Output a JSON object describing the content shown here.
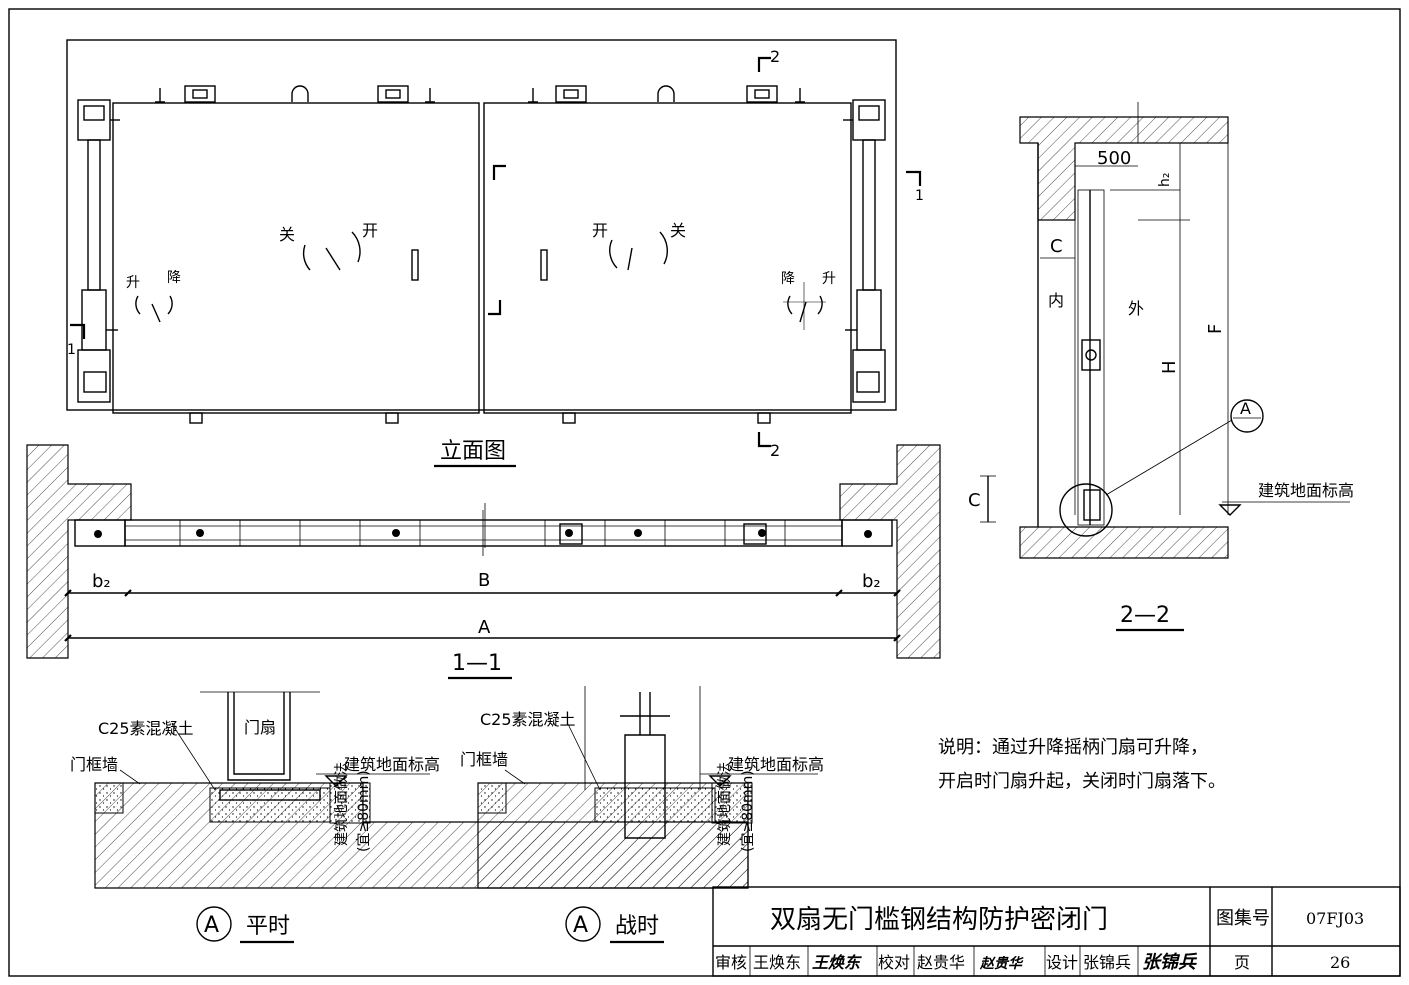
{
  "elevation": {
    "title": "立面图",
    "left_leaf": {
      "rotate_close": "关",
      "rotate_open": "开",
      "lift_up": "升",
      "lift_down": "降"
    },
    "right_leaf": {
      "rotate_open": "开",
      "rotate_close": "关",
      "lift_down": "降",
      "lift_up": "升"
    },
    "section_marks": {
      "mark_1": "1",
      "mark_2": "2"
    }
  },
  "plan_section": {
    "title": "1—1",
    "dims": {
      "b2": "b₂",
      "B": "B",
      "A": "A",
      "C": "C"
    }
  },
  "side_section": {
    "title": "2—2",
    "dims": {
      "d500": "500",
      "h2": "h₂",
      "C": "C",
      "H": "H",
      "F": "F"
    },
    "labels": {
      "inside": "内",
      "outside": "外",
      "floor_level": "建筑地面标高",
      "detail_marker": "A"
    }
  },
  "detail_normal": {
    "marker": "A",
    "title": "平时",
    "labels": {
      "concrete": "C25素混凝土",
      "frame_wall": "门框墙",
      "leaf": "门扇",
      "floor_level": "建筑地面标高",
      "floor_finish": "建筑地面做法",
      "floor_thickness": "(宜≥80mm)"
    }
  },
  "detail_war": {
    "marker": "A",
    "title": "战时",
    "labels": {
      "concrete": "C25素混凝土",
      "frame_wall": "门框墙",
      "floor_level": "建筑地面标高",
      "floor_finish": "建筑地面做法",
      "floor_thickness": "(宜≥80mm)"
    }
  },
  "note": {
    "line1": "说明：通过升降摇柄门扇可升降，",
    "line2": "开启时门扇升起，关闭时门扇落下。"
  },
  "title_block": {
    "title": "双扇无门槛钢结构防护密闭门",
    "atlas_label": "图集号",
    "atlas_no": "07FJ03",
    "review_label": "审核",
    "review_name": "王焕东",
    "review_sign": "王焕东",
    "check_label": "校对",
    "check_name": "赵贵华",
    "check_sign": "赵贵华",
    "design_label": "设计",
    "design_name": "张锦兵",
    "design_sign": "张锦兵",
    "page_label": "页",
    "page_no": "26"
  }
}
